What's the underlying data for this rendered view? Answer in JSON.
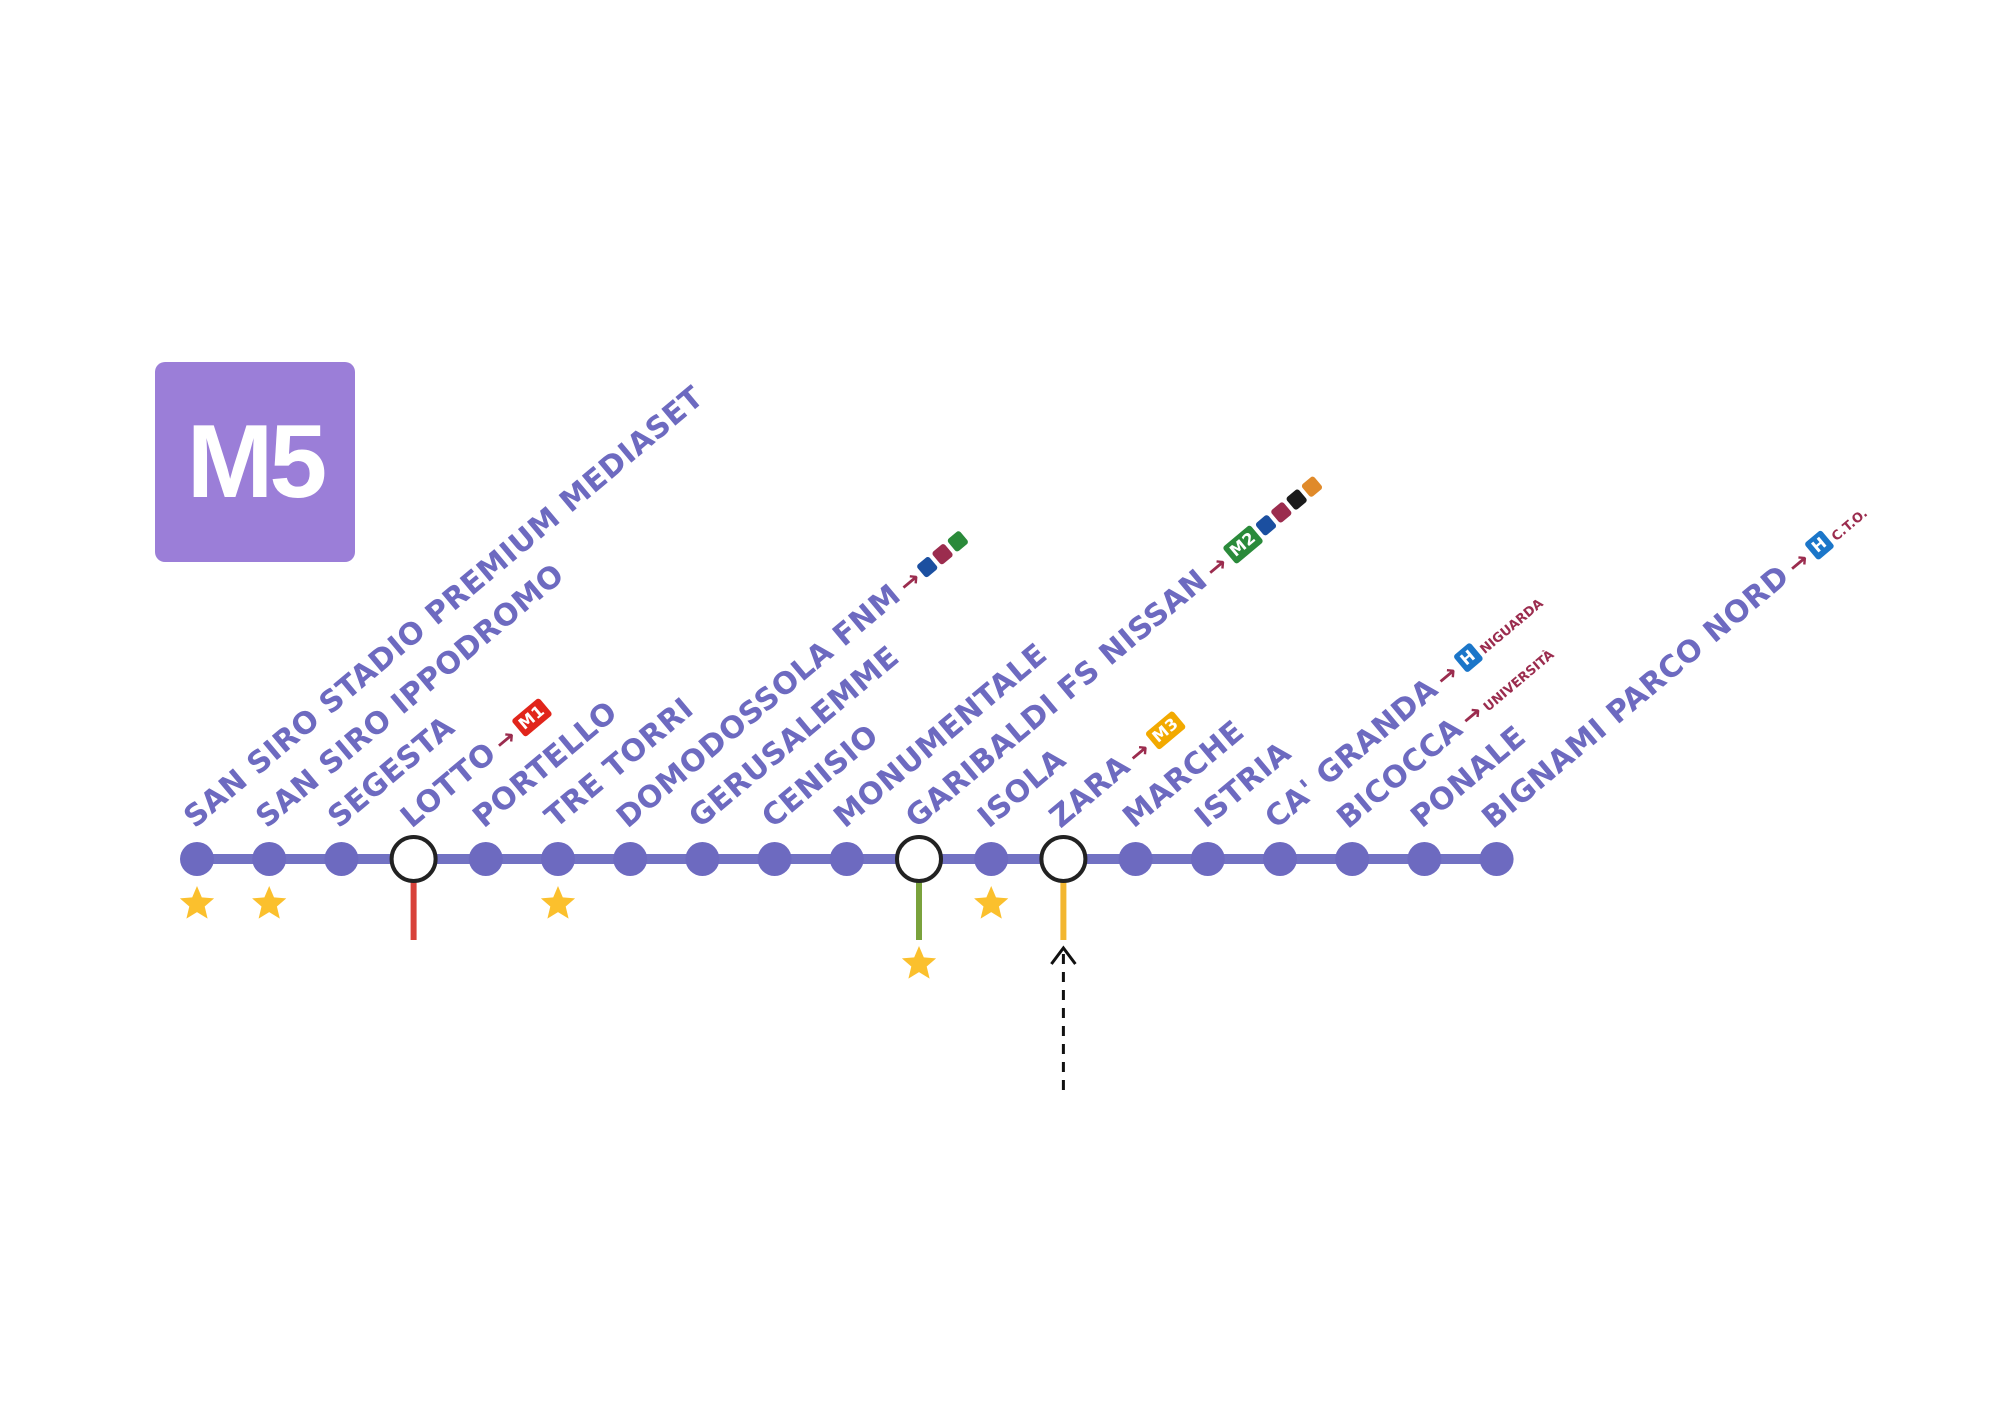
{
  "logo": {
    "text": "M5"
  },
  "colors": {
    "line": "#7272c3",
    "station": "#6d6ac0",
    "interchange_m1": "#d8423a",
    "interchange_m2": "#7aa23c",
    "interchange_m3": "#f2b630",
    "star": "#fbc02d",
    "text": "#6d6ac0",
    "logo_bg": "#9b7ed8"
  },
  "stations": [
    {
      "name": "SAN SIRO STADIO PREMIUM MEDIASET",
      "star": true
    },
    {
      "name": "SAN SIRO IPPODROMO",
      "star": true
    },
    {
      "name": "SEGESTA"
    },
    {
      "name": "LOTTO",
      "interchange": "M1",
      "badge": "M1"
    },
    {
      "name": "PORTELLO"
    },
    {
      "name": "TRE TORRI",
      "star": true
    },
    {
      "name": "DOMODOSSOLA FNM",
      "icons": [
        "train-icon",
        "bus-icon",
        "parking-icon"
      ]
    },
    {
      "name": "GERUSALEMME"
    },
    {
      "name": "CENISIO"
    },
    {
      "name": "MONUMENTALE"
    },
    {
      "name": "GARIBALDI FS NISSAN",
      "interchange": "M2",
      "star": true,
      "badge": "M2",
      "icons": [
        "train-icon",
        "bus-icon",
        "taxi-icon",
        "tram-icon"
      ]
    },
    {
      "name": "ISOLA",
      "star": true
    },
    {
      "name": "ZARA",
      "interchange": "M3",
      "badge": "M3"
    },
    {
      "name": "MARCHE"
    },
    {
      "name": "ISTRIA"
    },
    {
      "name": "CA' GRANDA",
      "badge": "H",
      "note": "NIGUARDA"
    },
    {
      "name": "BICOCCA",
      "note": "UNIVERSITÀ"
    },
    {
      "name": "PONALE"
    },
    {
      "name": "BIGNAMI PARCO NORD",
      "badge": "H",
      "note": "C.T.O."
    }
  ]
}
